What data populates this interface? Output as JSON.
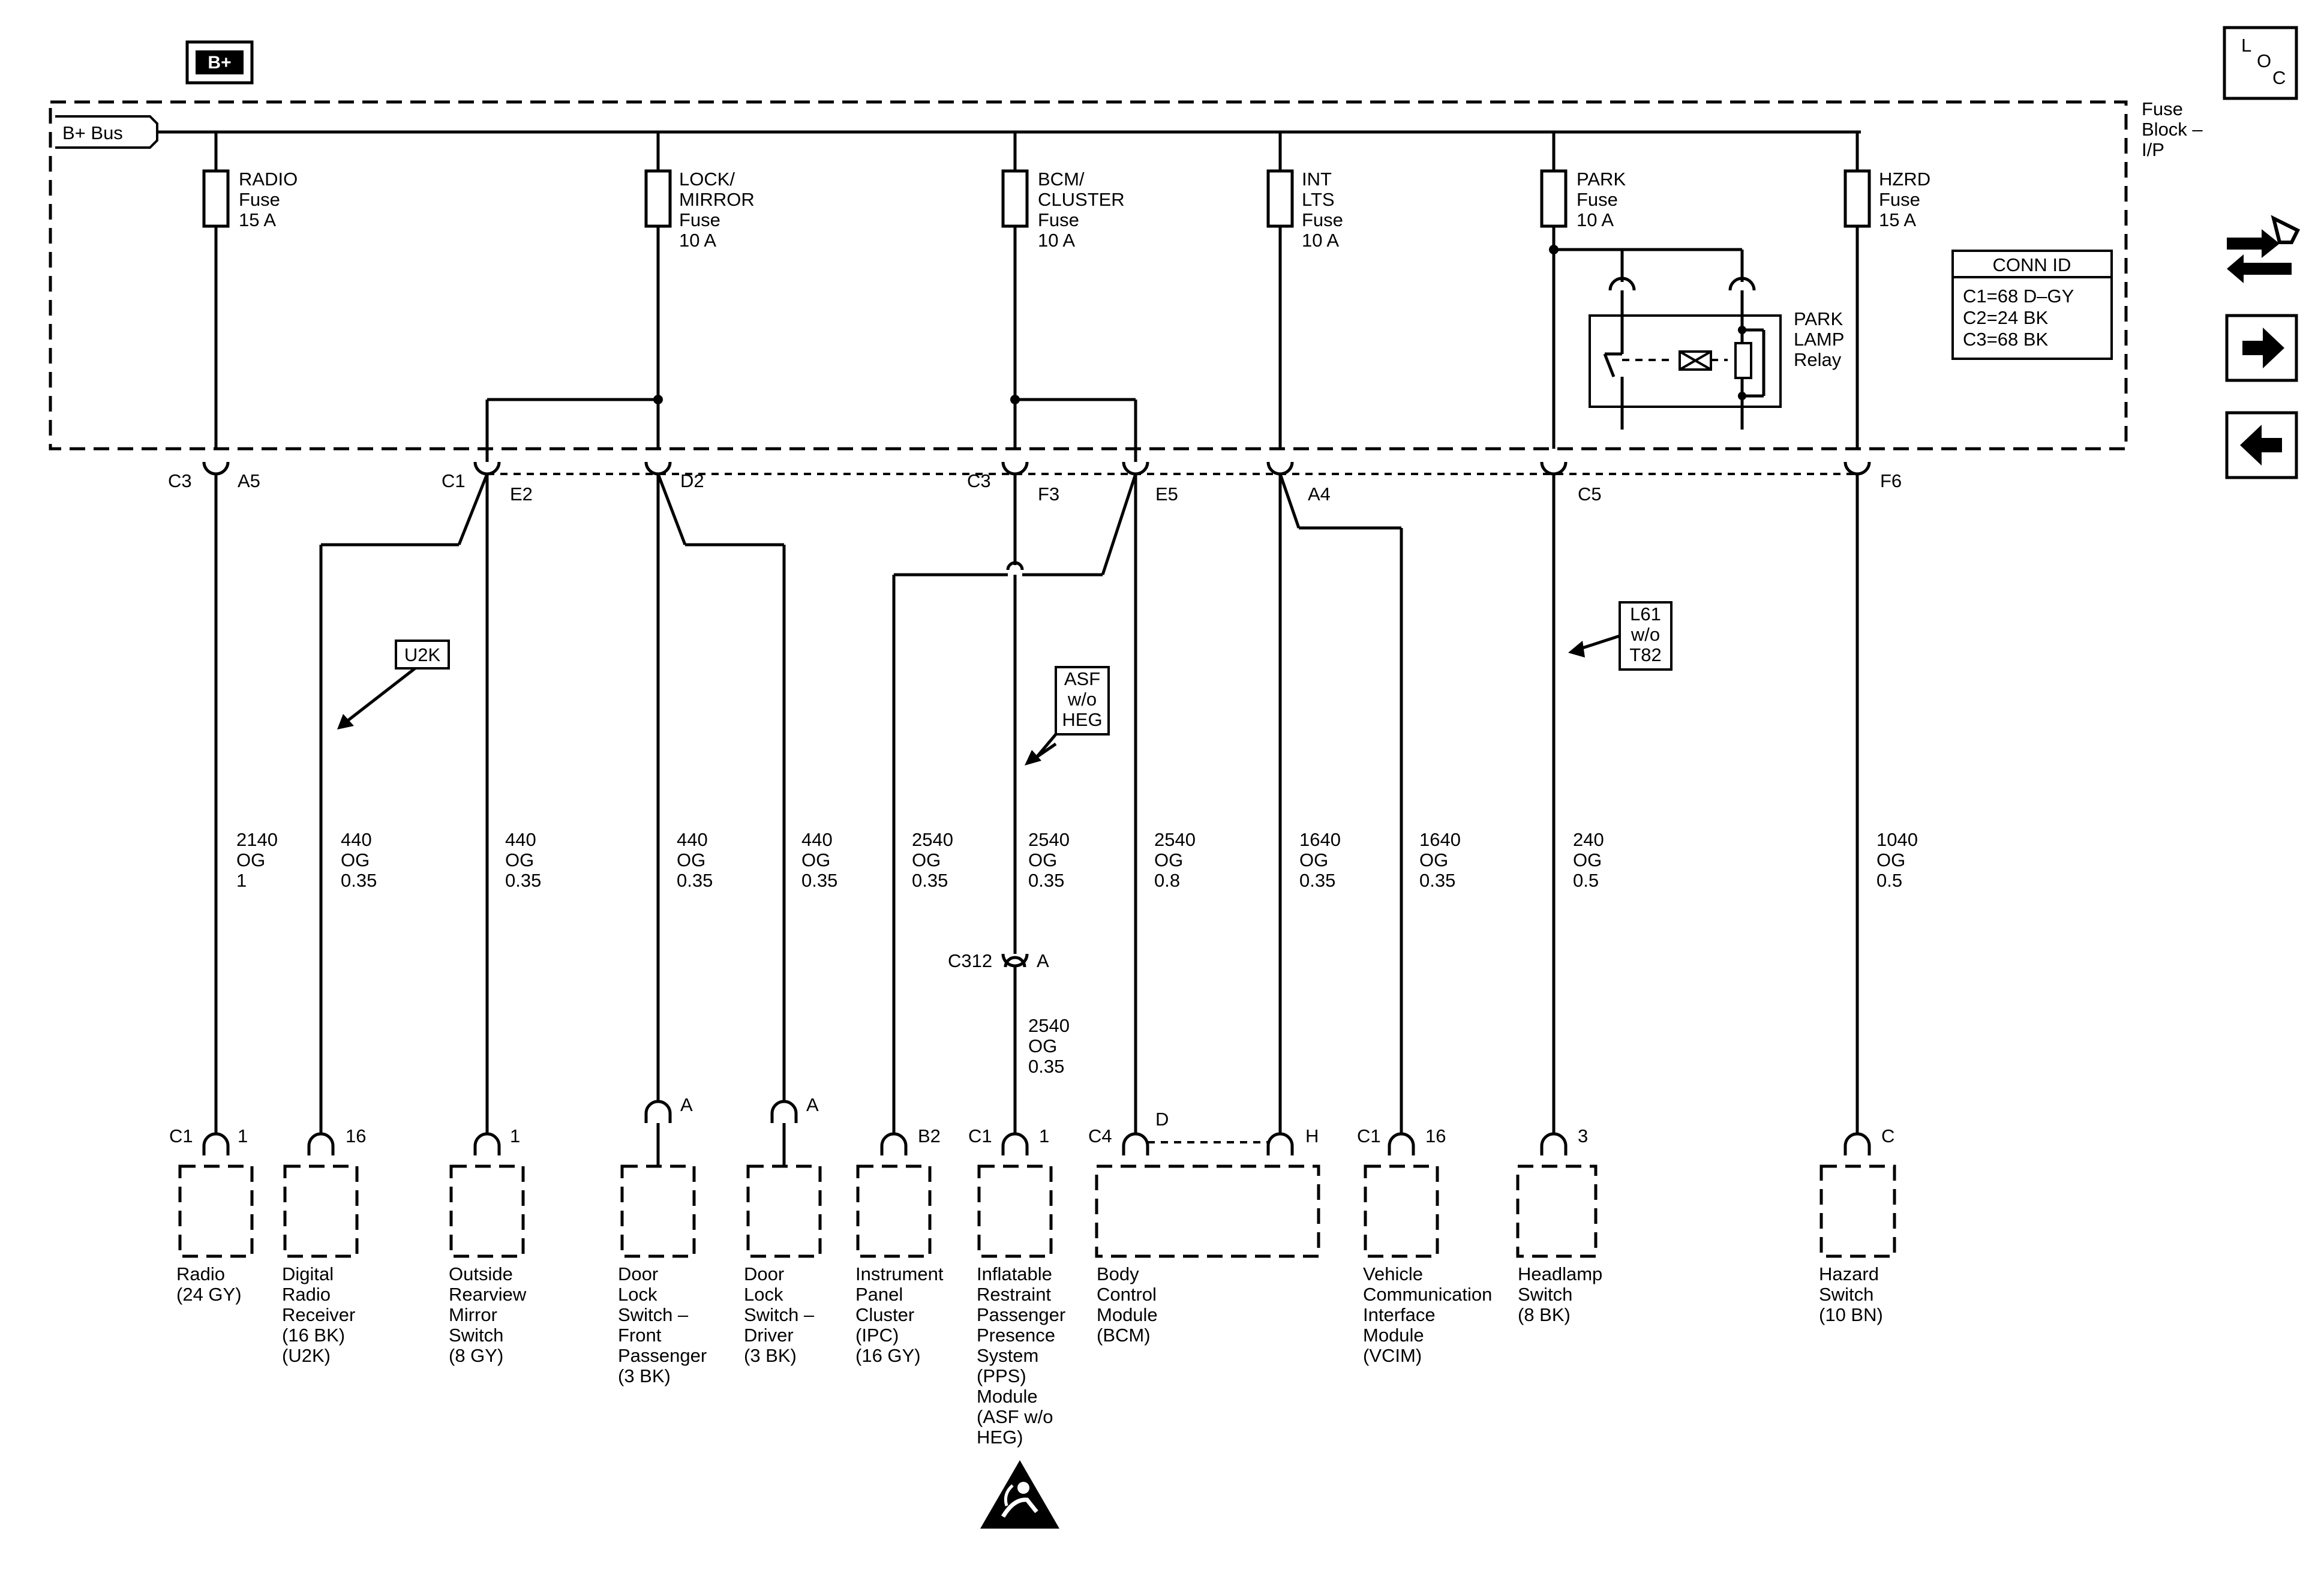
{
  "header": {
    "source_label": "B+",
    "bus_label": "B+ Bus",
    "fuse_block_label": [
      "Fuse",
      "Block –",
      "I/P"
    ]
  },
  "nav": {
    "loc_letters": [
      "L",
      "O",
      "C"
    ],
    "icons": [
      "connector-view-icon",
      "next-page-arrow-icon",
      "previous-page-arrow-icon"
    ]
  },
  "fuses": [
    {
      "lines": [
        "RADIO",
        "Fuse",
        "15 A"
      ]
    },
    {
      "lines": [
        "LOCK/",
        "MIRROR",
        "Fuse",
        "10 A"
      ]
    },
    {
      "lines": [
        "BCM/",
        "CLUSTER",
        "Fuse",
        "10 A"
      ]
    },
    {
      "lines": [
        "INT",
        "LTS",
        "Fuse",
        "10 A"
      ]
    },
    {
      "lines": [
        "PARK",
        "Fuse",
        "10 A"
      ]
    },
    {
      "lines": [
        "HZRD",
        "Fuse",
        "15 A"
      ]
    }
  ],
  "relay": {
    "lines": [
      "PARK",
      "LAMP",
      "Relay"
    ]
  },
  "conn_id": {
    "title": "CONN ID",
    "rows": [
      "C1=68 D–GY",
      "C2=24 BK",
      "C3=68 BK"
    ]
  },
  "block_connectors": [
    {
      "conn": "C3",
      "pin": "A5"
    },
    {
      "conn": "C1",
      "pin": "E2"
    },
    {
      "conn": "",
      "pin": "D2"
    },
    {
      "conn": "C3",
      "pin": "F3"
    },
    {
      "conn": "",
      "pin": "E5"
    },
    {
      "conn": "",
      "pin": "A4"
    },
    {
      "conn": "",
      "pin": "C5"
    },
    {
      "conn": "",
      "pin": "F6"
    }
  ],
  "option_tags": [
    {
      "lines": [
        "U2K"
      ]
    },
    {
      "lines": [
        "ASF",
        "w/o",
        "HEG"
      ]
    },
    {
      "lines": [
        "L61",
        "w/o",
        "T82"
      ]
    }
  ],
  "wires": [
    [
      "2140",
      "OG",
      "1"
    ],
    [
      "440",
      "OG",
      "0.35"
    ],
    [
      "440",
      "OG",
      "0.35"
    ],
    [
      "440",
      "OG",
      "0.35"
    ],
    [
      "440",
      "OG",
      "0.35"
    ],
    [
      "2540",
      "OG",
      "0.35"
    ],
    [
      "2540",
      "OG",
      "0.35"
    ],
    [
      "2540",
      "OG",
      "0.8"
    ],
    [
      "1640",
      "OG",
      "0.35"
    ],
    [
      "1640",
      "OG",
      "0.35"
    ],
    [
      "240",
      "OG",
      "0.5"
    ],
    [
      "1040",
      "OG",
      "0.5"
    ]
  ],
  "inline_connector": {
    "conn": "C312",
    "pin": "A",
    "wire_below": [
      "2540",
      "OG",
      "0.35"
    ]
  },
  "components": [
    {
      "conn": "C1",
      "pin": "1",
      "lines": [
        "Radio",
        "(24 GY)"
      ]
    },
    {
      "conn": "",
      "pin": "16",
      "lines": [
        "Digital",
        "Radio",
        "Receiver",
        "(16 BK)",
        "(U2K)"
      ]
    },
    {
      "conn": "",
      "pin": "1",
      "lines": [
        "Outside",
        "Rearview",
        "Mirror",
        "Switch",
        "(8 GY)"
      ]
    },
    {
      "conn": "",
      "pin": "A",
      "lines": [
        "Door",
        "Lock",
        "Switch –",
        "Front",
        "Passenger",
        "(3 BK)"
      ]
    },
    {
      "conn": "",
      "pin": "A",
      "lines": [
        "Door",
        "Lock",
        "Switch –",
        "Driver",
        "(3 BK)"
      ]
    },
    {
      "conn": "",
      "pin": "B2",
      "lines": [
        "Instrument",
        "Panel",
        "Cluster",
        "(IPC)",
        "(16 GY)"
      ]
    },
    {
      "conn": "C1",
      "pin": "1",
      "lines": [
        "Inflatable",
        "Restraint",
        "Passenger",
        "Presence",
        "System",
        "(PPS)",
        "Module",
        "(ASF w/o",
        "HEG)"
      ]
    },
    {
      "conn": "C4",
      "pins": [
        "D",
        "H"
      ],
      "lines": [
        "Body",
        "Control",
        "Module",
        "(BCM)"
      ]
    },
    {
      "conn": "C1",
      "pin": "16",
      "lines": [
        "Vehicle",
        "Communication",
        "Interface",
        "Module",
        "(VCIM)"
      ]
    },
    {
      "conn": "",
      "pin": "3",
      "lines": [
        "Headlamp",
        "Switch",
        "(8 BK)"
      ]
    },
    {
      "conn": "",
      "pin": "C",
      "lines": [
        "Hazard",
        "Switch",
        "(10 BN)"
      ]
    }
  ]
}
